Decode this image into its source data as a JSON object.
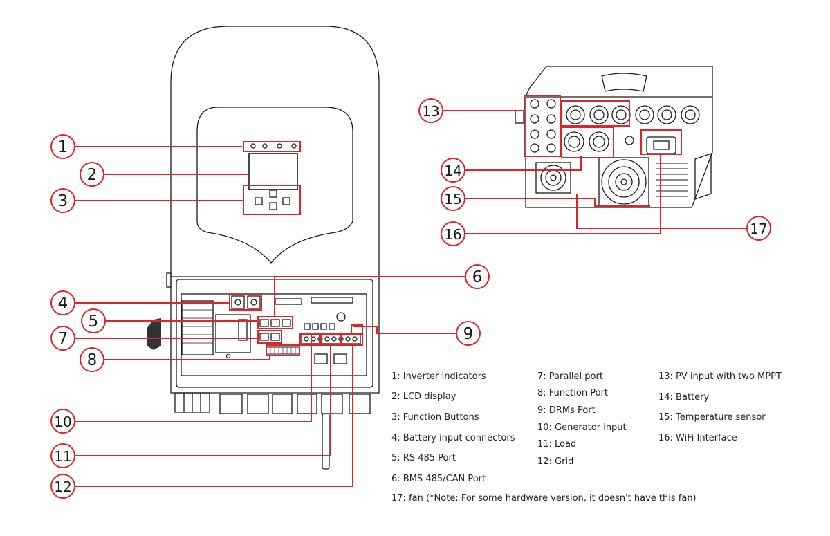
{
  "callouts": {
    "c1": "1",
    "c2": "2",
    "c3": "3",
    "c4": "4",
    "c5": "5",
    "c6": "6",
    "c7": "7",
    "c8": "8",
    "c9": "9",
    "c10": "10",
    "c11": "11",
    "c12": "12",
    "c13": "13",
    "c14": "14",
    "c15": "15",
    "c16": "16",
    "c17": "17"
  },
  "legend": {
    "col1": [
      "1: Inverter Indicators",
      "2: LCD display",
      "3: Function Buttons",
      "4: Battery input connectors",
      "5: RS 485 Port",
      "6: BMS 485/CAN Port"
    ],
    "col2": [
      "7: Parallel port",
      "8: Function Port",
      "9: DRMs Port",
      "10: Generator input",
      "11: Load",
      "12: Grid"
    ],
    "col3": [
      "13: PV input with two MPPT",
      "14: Battery",
      "15: Temperature sensor",
      "16: WiFi Interface"
    ],
    "note": "17: fan (*Note: For some hardware version, it doesn't have this fan)"
  },
  "colors": {
    "callout": "#e0242a",
    "outline": "#1a1a1a"
  }
}
